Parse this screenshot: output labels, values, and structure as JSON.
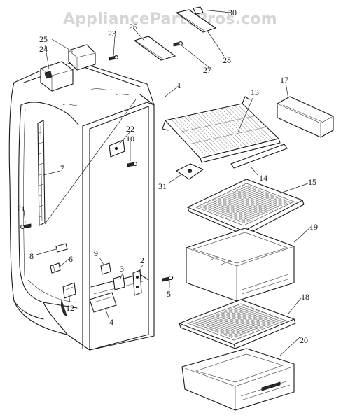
{
  "watermark": "AppliancePartsPros.com",
  "callouts": {
    "c1": "1",
    "c2": "2",
    "c3": "3",
    "c4": "4",
    "c5": "5",
    "c6": "6",
    "c7": "7",
    "c8": "8",
    "c9": "9",
    "c10": "10",
    "c12": "12",
    "c13": "13",
    "c14": "14",
    "c15": "15",
    "c17": "17",
    "c18": "18",
    "c19": "19",
    "c20": "20",
    "c21": "21",
    "c22": "22",
    "c23": "23",
    "c24": "24",
    "c25": "25",
    "c26": "26",
    "c27": "27",
    "c28": "28",
    "c30": "30",
    "c31": "31"
  },
  "colors": {
    "line": "#1a1a1a",
    "watermark": "#d6d6d6",
    "background": "#ffffff"
  }
}
